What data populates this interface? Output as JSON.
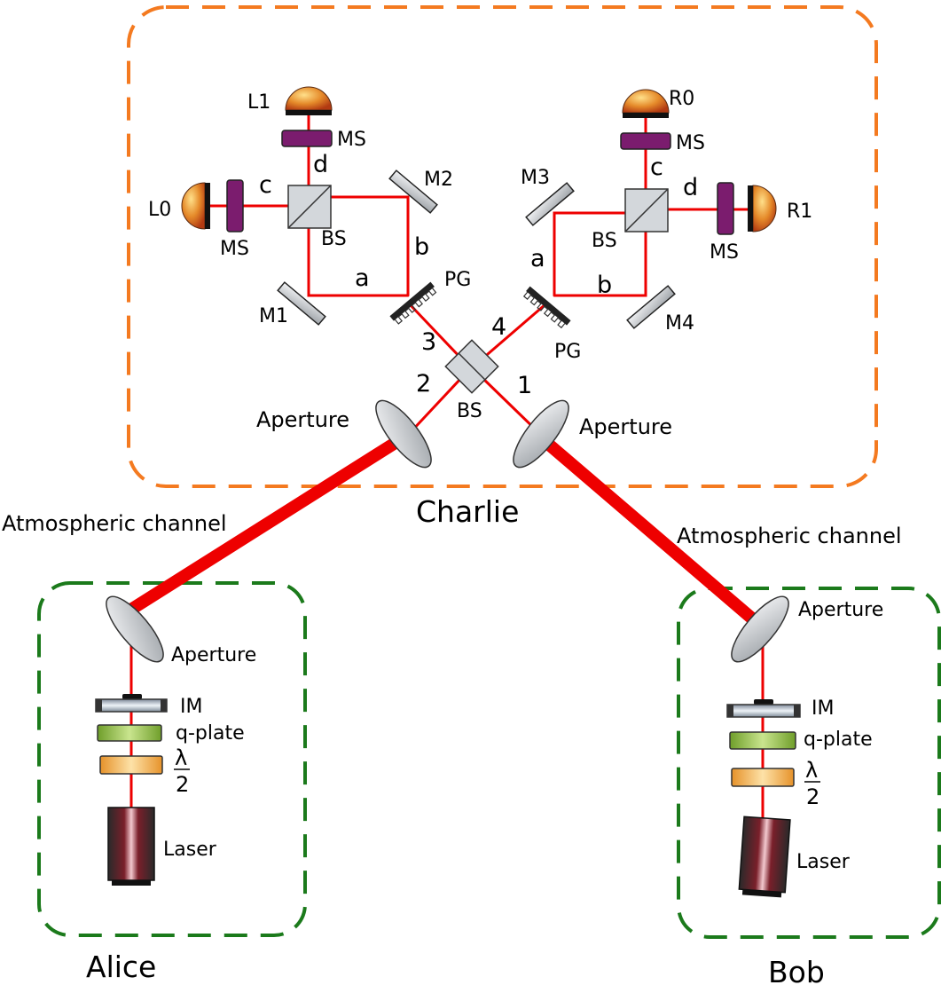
{
  "colors": {
    "beam": "#ee0000",
    "charlie_border": "#f47a20",
    "party_border": "#1b7a1b",
    "modesorter": "#7b1c6e",
    "qplate": "#8fc23e",
    "halfwave": "#f4a73a",
    "optic_gray": "#c8cbcf"
  },
  "parties": {
    "charlie": "Charlie",
    "alice": "Alice",
    "bob": "Bob"
  },
  "channels": {
    "left": "Atmospheric channel",
    "right": "Atmospheric channel"
  },
  "charlie": {
    "aperture_left": "Aperture",
    "aperture_right": "Aperture",
    "central_bs": "BS",
    "ports": [
      "1",
      "2",
      "3",
      "4"
    ],
    "pg_left": "PG",
    "pg_right": "PG",
    "left_interferometer": {
      "bs": "BS",
      "mirror_1": "M1",
      "mirror_2": "M2",
      "arm_a": "a",
      "arm_b": "b",
      "out_c": "c",
      "out_d": "d",
      "ms_top": "MS",
      "ms_left": "MS",
      "detector_top": "L1",
      "detector_left": "L0"
    },
    "right_interferometer": {
      "bs": "BS",
      "mirror_3": "M3",
      "mirror_4": "M4",
      "arm_a": "a",
      "arm_b": "b",
      "out_c": "c",
      "out_d": "d",
      "ms_top": "MS",
      "ms_right": "MS",
      "detector_top": "R0",
      "detector_right": "R1"
    }
  },
  "alice": {
    "aperture": "Aperture",
    "im": "IM",
    "qplate": "q-plate",
    "lambda": "λ",
    "two": "2",
    "laser": "Laser"
  },
  "bob": {
    "aperture": "Aperture",
    "im": "IM",
    "qplate": "q-plate",
    "lambda": "λ",
    "two": "2",
    "laser": "Laser"
  }
}
